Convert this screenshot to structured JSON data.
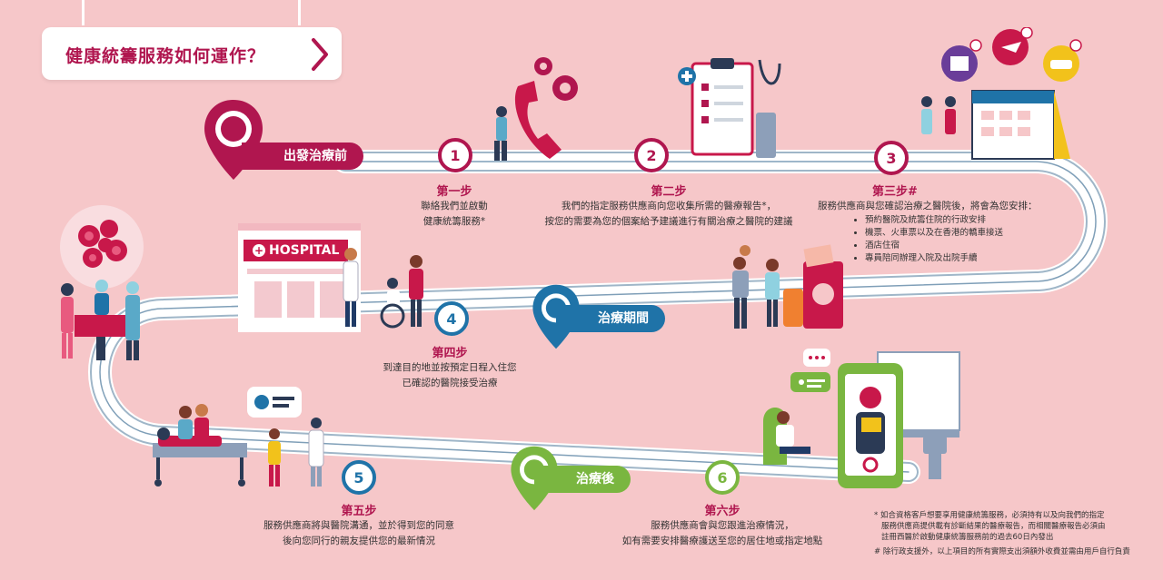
{
  "title": "健康統籌服務如何運作？",
  "colors": {
    "magenta": "#b0164f",
    "blue": "#1f73a8",
    "green": "#7ab640",
    "bg": "#f6c7c9"
  },
  "stages": {
    "before": "出發治療前",
    "during": "治療期間",
    "after": "治療後"
  },
  "hospital_sign": "HOSPITAL",
  "steps": [
    {
      "num": "1",
      "title": "第一步",
      "lines": [
        "聯絡我們並啟動",
        "健康統籌服務*"
      ]
    },
    {
      "num": "2",
      "title": "第二步",
      "lines": [
        "我們的指定服務供應商向您收集所需的醫療報告*，",
        "按您的需要為您的個案給予建議進行有關治療之醫院的建議"
      ]
    },
    {
      "num": "3",
      "title": "第三步#",
      "lines": [
        "服務供應商與您確認治療之醫院後，將會為您安排："
      ],
      "bullets": [
        "預約醫院及統籌住院的行政安排",
        "機票、火車票以及在香港的轎車接送",
        "酒店住宿",
        "專員陪同辦理入院及出院手續"
      ]
    },
    {
      "num": "4",
      "title": "第四步",
      "lines": [
        "到達目的地並按預定日程入住您",
        "已確認的醫院接受治療"
      ]
    },
    {
      "num": "5",
      "title": "第五步",
      "lines": [
        "服務供應商將與醫院溝通，並於得到您的同意",
        "後向您同行的親友提供您的最新情況"
      ]
    },
    {
      "num": "6",
      "title": "第六步",
      "lines": [
        "服務供應商會與您跟進治療情況，",
        "如有需要安排醫療護送至您的居住地或指定地點"
      ]
    }
  ],
  "footnotes": {
    "star": [
      "* 如合資格客戶想要享用健康統籌服務，必須持有以及向我們的指定",
      "服務供應商提供載有診斷結果的醫療報告，而相關醫療報告必須由",
      "註冊西醫於啟動健康統籌服務前的過去60日內發出"
    ],
    "hash": "# 除行政支援外，以上項目的所有實際支出須額外收費並需由用戶自行負責"
  }
}
